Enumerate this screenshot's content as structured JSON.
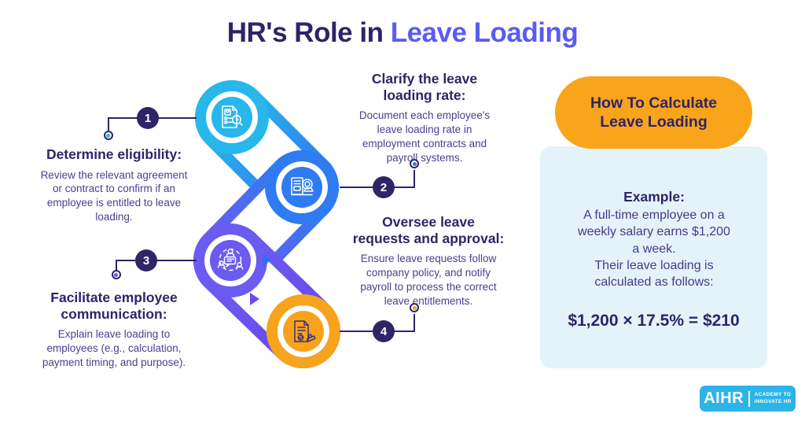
{
  "title": {
    "prefix": "HR's Role in ",
    "highlight": "Leave Loading"
  },
  "steps": [
    {
      "number": "1",
      "heading": "Determine eligibility:",
      "body": "Review the relevant agreement\nor contract to confirm if an\nemployee is entitled to leave\nloading.",
      "color": "#27B7EA",
      "icon": "eligibility-document-icon"
    },
    {
      "number": "2",
      "heading": "Clarify the leave\nloading rate:",
      "body": "Document each employee's\nleave loading rate in\nemployment contracts and\npayroll systems.",
      "color": "#2F7BF2",
      "icon": "rate-review-icon"
    },
    {
      "number": "3",
      "heading": "Facilitate employee\ncommunication:",
      "body": "Explain leave loading to\nemployees (e.g., calculation,\npayment timing, and purpose).",
      "color": "#6C5BF0",
      "icon": "communication-icon"
    },
    {
      "number": "4",
      "heading": "Oversee leave\nrequests and approval:",
      "body": "Ensure leave requests follow\ncompany policy, and notify\npayroll to process the correct\nleave entitlements.",
      "color": "#F7A31B",
      "icon": "stamp-approval-icon"
    }
  ],
  "panel": {
    "title": "How To Calculate\nLeave Loading",
    "example_label": "Example:",
    "example_body": "A full-time employee on a\nweekly salary earns $1,200\na week.\nTheir leave loading is\ncalculated as follows:",
    "formula": "$1,200 × 17.5% = $210"
  },
  "logo": {
    "brand": "AIHR",
    "tagline_line1": "ACADEMY TO",
    "tagline_line2": "INNOVATE HR"
  },
  "colors": {
    "title_navy": "#2E2468",
    "title_highlight": "#5A5BF5",
    "body_text": "#4B3E90",
    "belt_cyan": "#27B7EA",
    "belt_blue": "#2F7BF2",
    "belt_purple": "#6C5BF0",
    "belt_violet": "#6A4BF0",
    "belt_orange": "#F7A31B",
    "panel_blue": "#E4F3FA",
    "pill_orange": "#F9A51B",
    "logo_blue": "#2CB4E8"
  }
}
